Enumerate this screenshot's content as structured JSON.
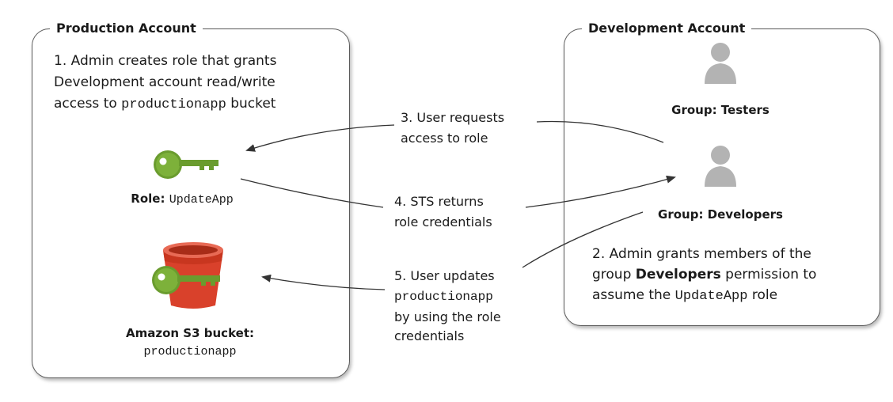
{
  "production": {
    "title": "Production Account",
    "step1": {
      "line1": "1. Admin creates role that grants",
      "line2": "Development account read/write",
      "line3_pre": "access to ",
      "line3_code": "productionapp",
      "line3_post": " bucket"
    },
    "role": {
      "label": "Role:",
      "name": "UpdateApp",
      "icon": "key-icon"
    },
    "bucket": {
      "label": "Amazon S3 bucket:",
      "name": "productionapp",
      "icon": "s3-bucket-icon"
    }
  },
  "development": {
    "title": "Development Account",
    "testers": {
      "label": "Group: Testers",
      "icon": "user-icon"
    },
    "developers": {
      "label": "Group: Developers",
      "icon": "user-icon"
    },
    "step2": {
      "line1": "2. Admin grants members of the",
      "line2_pre": "group ",
      "line2_bold": "Developers",
      "line2_post": " permission to",
      "line3_pre": "assume the ",
      "line3_code": "UpdateApp",
      "line3_post": " role"
    }
  },
  "steps": {
    "step3": {
      "line1": "3. User requests",
      "line2": "access to role"
    },
    "step4": {
      "line1": "4. STS returns",
      "line2": "role credentials"
    },
    "step5": {
      "line1": "5. User updates",
      "line2": "productionapp",
      "line3": "by using the role",
      "line4": "credentials"
    }
  },
  "colors": {
    "key_green": "#6a9c2e",
    "bucket_red": "#d9412b",
    "user_gray": "#b3b3b3",
    "arrow": "#333333"
  }
}
